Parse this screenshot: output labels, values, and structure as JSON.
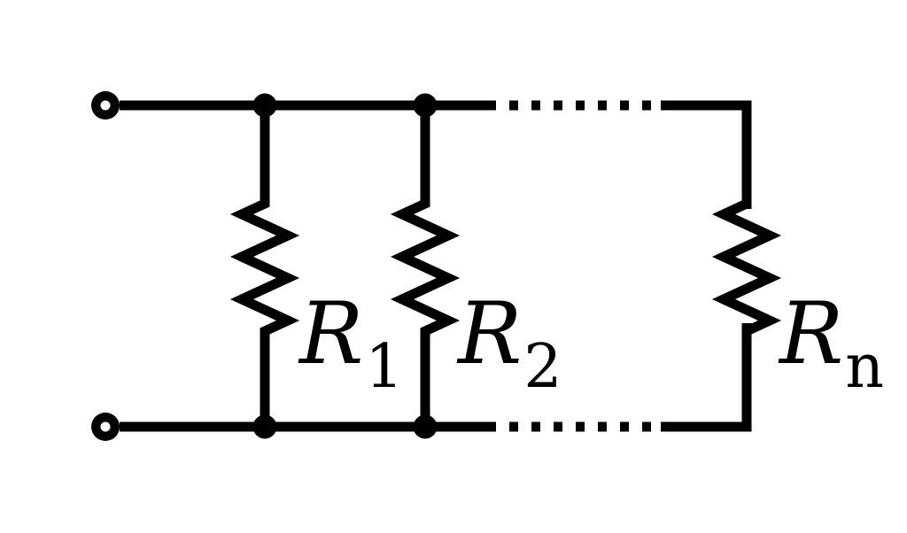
{
  "resistors": [
    {
      "symbol": "R",
      "subscript": "1"
    },
    {
      "symbol": "R",
      "subscript": "2"
    },
    {
      "symbol": "R",
      "subscript": "n"
    }
  ],
  "colors": {
    "line": "#000000",
    "background": "#ffffff"
  }
}
